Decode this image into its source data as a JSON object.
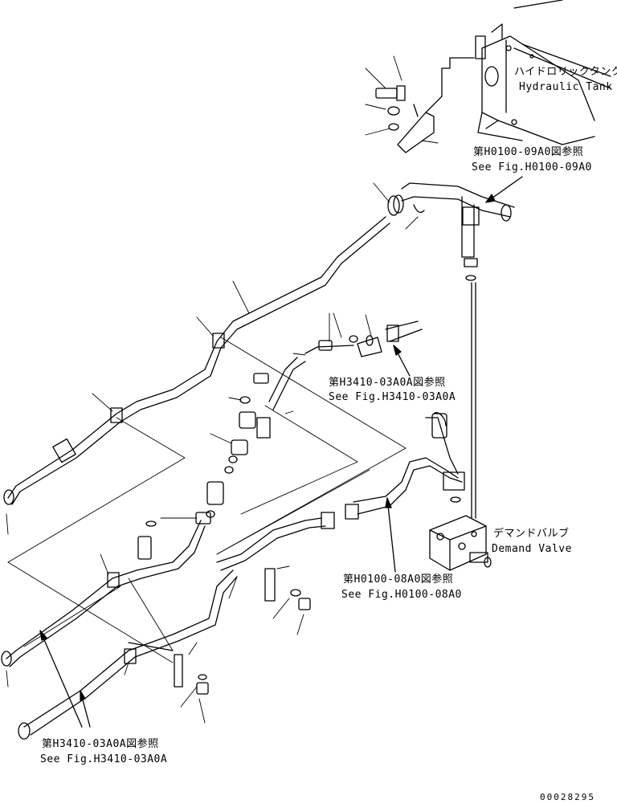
{
  "labels": {
    "hydraulic_tank_jp": "ハイドロリックタンク",
    "hydraulic_tank_en": "Hydraulic Tank",
    "ref_h0100_09a0_jp": "第H0100-09A0図参照",
    "ref_h0100_09a0_en": "See Fig.H0100-09A0",
    "ref_h3410_03a0a_upper_jp": "第H3410-03A0A図参照",
    "ref_h3410_03a0a_upper_en": "See Fig.H3410-03A0A",
    "demand_valve_jp": "デマンドバルブ",
    "demand_valve_en": "Demand Valve",
    "ref_h0100_08a0_jp": "第H0100-08A0図参照",
    "ref_h0100_08a0_en": "See Fig.H0100-08A0",
    "ref_h3410_03a0a_lower_jp": "第H3410-03A0A図参照",
    "ref_h3410_03a0a_lower_en": "See Fig.H3410-03A0A",
    "drawing_number": "00028295"
  }
}
